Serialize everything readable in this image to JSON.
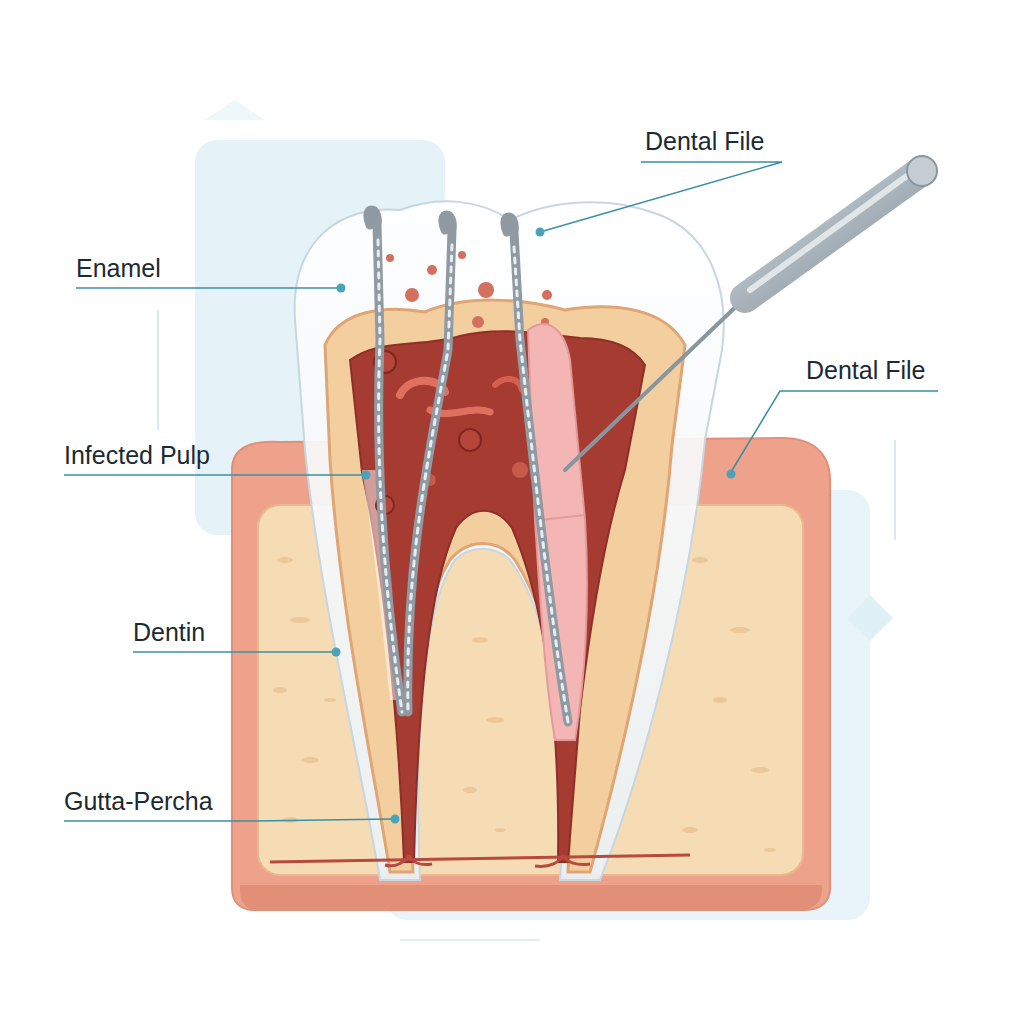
{
  "diagram": {
    "labels": [
      "Dental File",
      "Enamel",
      "Dental File",
      "Infected Pulp",
      "Dentin",
      "Gutta-Percha"
    ]
  }
}
